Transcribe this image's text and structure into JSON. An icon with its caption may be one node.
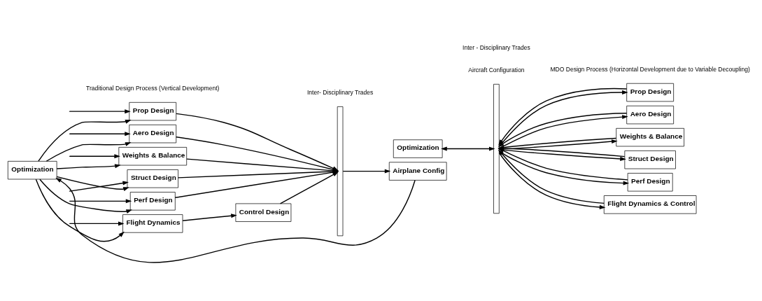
{
  "diagram": {
    "nodes": [
      {
        "text": [
          "Prop Design"
        ]
      },
      {
        "text": [
          "Aero Design"
        ]
      },
      {
        "text": [
          "Weights & Balance"
        ]
      },
      {
        "text": [
          "Struct Design"
        ]
      },
      {
        "text": [
          "Perf Design"
        ]
      },
      {
        "text": [
          "Flight Dynamics"
        ]
      },
      {
        "text": [
          "Control Design"
        ]
      },
      {
        "text": [],
        "shape": "bar"
      },
      {
        "text": [
          "Airplane Config"
        ]
      },
      {
        "text": [
          "Optimization"
        ]
      },
      {
        "text": [
          "Optimization"
        ]
      },
      {
        "text": [],
        "shape": "bar"
      },
      {
        "text": [
          "Prop Design"
        ]
      },
      {
        "text": [
          "Aero Design"
        ]
      },
      {
        "text": [
          "Weights & Balance"
        ]
      },
      {
        "text": [
          "Struct Design"
        ]
      },
      {
        "text": [
          "Perf Design"
        ]
      },
      {
        "text": [
          "Flight Dynamics & Control"
        ]
      }
    ],
    "edges": [
      {
        "from": null,
        "to": 0,
        "arrow": "to"
      },
      {
        "from": null,
        "to": 1,
        "arrow": "to"
      },
      {
        "from": null,
        "to": 2,
        "arrow": "to"
      },
      {
        "from": null,
        "to": 3,
        "arrow": "to"
      },
      {
        "from": null,
        "to": 4,
        "arrow": "to"
      },
      {
        "from": null,
        "to": 5,
        "arrow": "to"
      },
      {
        "from": 9,
        "to": 0,
        "arrow": "to"
      },
      {
        "from": 9,
        "to": 1,
        "arrow": "to"
      },
      {
        "from": 9,
        "to": 2,
        "arrow": "to"
      },
      {
        "from": 9,
        "to": 3,
        "arrow": "to"
      },
      {
        "from": 9,
        "to": 4,
        "arrow": "to"
      },
      {
        "from": 9,
        "to": 5,
        "arrow": "to"
      },
      {
        "from": 0,
        "to": 7,
        "arrow": "to"
      },
      {
        "from": 1,
        "to": 7,
        "arrow": "to"
      },
      {
        "from": 2,
        "to": 7,
        "arrow": "to"
      },
      {
        "from": 3,
        "to": 7,
        "arrow": "to"
      },
      {
        "from": 4,
        "to": 7,
        "arrow": "to"
      },
      {
        "from": 5,
        "to": 6,
        "arrow": "to"
      },
      {
        "from": 6,
        "to": 7,
        "arrow": "to"
      },
      {
        "from": 7,
        "to": 8,
        "arrow": "to"
      },
      {
        "from": 8,
        "to": 9,
        "arrow": "to"
      },
      {
        "from": 10,
        "to": 11,
        "arrow": "both"
      },
      {
        "from": 12,
        "to": 11,
        "arrow": "to"
      },
      {
        "from": 11,
        "to": 12,
        "arrow": "to"
      },
      {
        "from": 13,
        "to": 11,
        "arrow": "to"
      },
      {
        "from": 11,
        "to": 13,
        "arrow": "to"
      },
      {
        "from": 14,
        "to": 11,
        "arrow": "to"
      },
      {
        "from": 11,
        "to": 14,
        "arrow": "to"
      },
      {
        "from": 15,
        "to": 11,
        "arrow": "to"
      },
      {
        "from": 11,
        "to": 15,
        "arrow": "to"
      },
      {
        "from": 16,
        "to": 11,
        "arrow": "to"
      },
      {
        "from": 11,
        "to": 16,
        "arrow": "to"
      },
      {
        "from": 17,
        "to": 11,
        "arrow": "to"
      },
      {
        "from": 11,
        "to": 17,
        "arrow": "to"
      }
    ],
    "labels": [
      "Inter- Disciplinary Trades",
      "Aircraft Configuration",
      "Inter - Disciplinary Trades",
      "Traditional Design Process (Vertical Development)",
      "MDO Design Process (Horizontal Development due to Variable Decoupling)"
    ]
  }
}
